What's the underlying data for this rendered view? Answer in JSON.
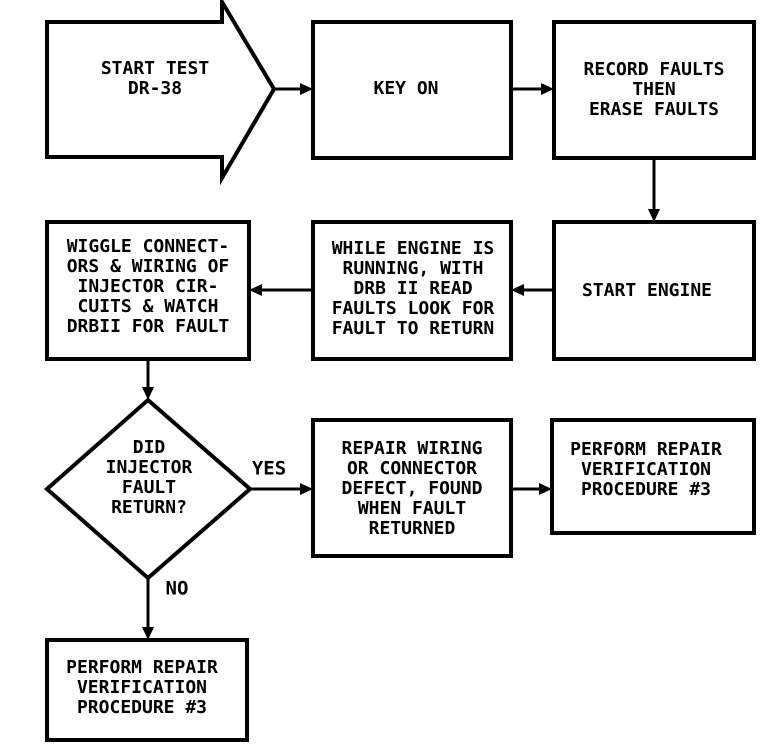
{
  "nodes": {
    "start_test": [
      "START TEST",
      "DR-38"
    ],
    "key_on": [
      "KEY ON"
    ],
    "record_faults": [
      "RECORD FAULTS",
      "THEN",
      "ERASE FAULTS"
    ],
    "start_engine": [
      "START ENGINE"
    ],
    "while_running": [
      "WHILE ENGINE IS",
      "RUNNING, WITH",
      "DRB II READ",
      "FAULTS LOOK FOR",
      "FAULT TO RETURN"
    ],
    "wiggle": [
      "WIGGLE CONNECT-",
      "ORS & WIRING OF",
      "INJECTOR CIR-",
      "CUITS & WATCH",
      "DRBII FOR FAULT"
    ],
    "decision": [
      "DID",
      "INJECTOR",
      "FAULT",
      "RETURN?"
    ],
    "repair_wiring": [
      "REPAIR WIRING",
      "OR CONNECTOR",
      "DEFECT, FOUND",
      "WHEN FAULT",
      "RETURNED"
    ],
    "verify_right": [
      "PERFORM REPAIR",
      "VERIFICATION",
      "PROCEDURE #3"
    ],
    "verify_bottom": [
      "PERFORM REPAIR",
      "VERIFICATION",
      "PROCEDURE #3"
    ]
  },
  "edge_labels": {
    "yes": "YES",
    "no": "NO"
  }
}
